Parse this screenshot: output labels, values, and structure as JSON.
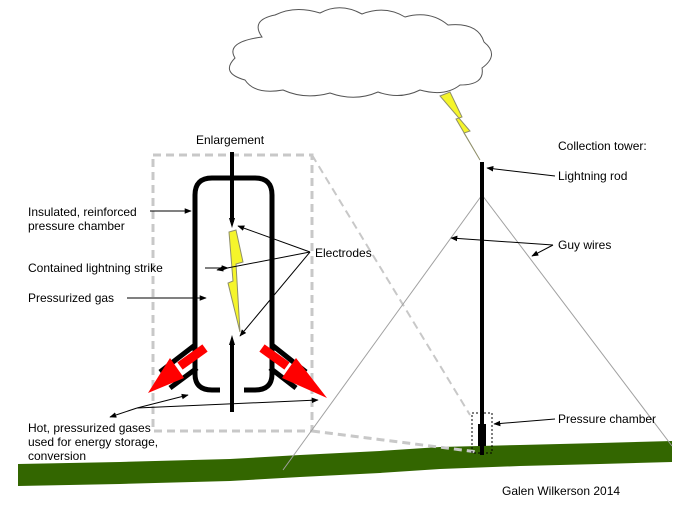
{
  "labels": {
    "enlargement": "Enlargement",
    "chamber_line1": "Insulated, reinforced",
    "chamber_line2": "pressure chamber",
    "contained_strike": "Contained lightning strike",
    "pressurized_gas": "Pressurized gas",
    "electrodes": "Electrodes",
    "hot_gases_line1": "Hot, pressurized gases",
    "hot_gases_line2": "used for energy storage,",
    "hot_gases_line3": "conversion",
    "collection_tower": "Collection tower:",
    "lightning_rod": "Lightning rod",
    "guy_wires": "Guy wires",
    "pressure_chamber": "Pressure chamber",
    "credit": "Galen Wilkerson 2014"
  },
  "colors": {
    "ground": "#336600",
    "lightning": "#f5f52b",
    "lightning_outline": "#8f8f6a",
    "exhaust_arrow": "#ff0000",
    "zoom_box": "#c8c8c8",
    "guy_wire": "#a0a0a0"
  },
  "icons": {
    "cloud": "cloud-icon",
    "bolt": "lightning-bolt-icon"
  }
}
